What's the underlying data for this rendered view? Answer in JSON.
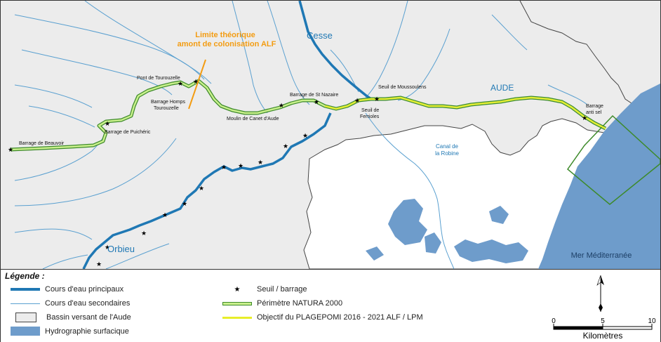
{
  "map": {
    "labels": {
      "limite_line1": "Limite théorique",
      "limite_line2": "amont de colonisation ALF",
      "cesse": "Cesse",
      "aude": "AUDE",
      "orbieu": "Orbieu",
      "canal_line1": "Canal de",
      "canal_line2": "la Robine",
      "mer": "Mer Méditerranée"
    },
    "sites": {
      "pont_tourouzelle": "Pont de Tourouzelle",
      "barrage_homps_1": "Barrage Homps",
      "barrage_homps_2": "Tourouzelle",
      "barrage_puicheric": "Barrage de Puichéric",
      "barrage_beauvoir": "Barrage de Beauvoir",
      "moulin_canet": "Moulin de Canet d'Aude",
      "barrage_st_nazaire": "Barrage de St Nazaire",
      "seuil_moussoulens": "Seuil de Moussoulens",
      "seuil_ferrioles_1": "Seuil de",
      "seuil_ferrioles_2": "Ferrioles",
      "barrage_anti_sel_1": "Barrage",
      "barrage_anti_sel_2": "anti sel"
    }
  },
  "legend": {
    "title": "Légende :",
    "items": {
      "cours_principaux": "Cours d'eau principaux",
      "cours_secondaires": "Cours d'eau secondaires",
      "bassin_versant": "Bassin versant de l'Aude",
      "hydrographie": "Hydrographie surfacique",
      "seuil_barrage": "Seuil / barrage",
      "natura": "Périmètre NATURA 2000",
      "plagepomi": "Objectif du PLAGEPOMI 2016 - 2021 ALF / LPM"
    },
    "scale": {
      "tick_0": "0",
      "tick_5": "5",
      "tick_10": "10",
      "unit": "Kilomètres"
    }
  },
  "colors": {
    "basin": "#ececec",
    "outside": "#ffffff",
    "sea": "#6e9ccb",
    "main_river": "#1f78b4",
    "secondary_river": "#5aa0d0",
    "natura": "#3d8a2a",
    "plagepomi": "#e8ee2a",
    "limit_line": "#f39c12"
  }
}
